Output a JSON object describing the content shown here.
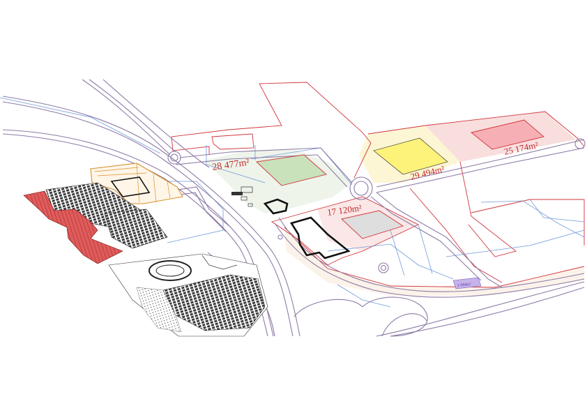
{
  "map": {
    "labels": {
      "plot_a": "28 477m²",
      "plot_b": "17 120m²",
      "plot_c": "29 494m²",
      "plot_d": "25 174m²",
      "plot_e": "1 084m²"
    },
    "colors": {
      "road": "#8d7aa6",
      "service_line": "#6f9ad8",
      "parcel_line": "#d0343a",
      "plot_green": "#c9e2bc",
      "plot_grey": "#dedede",
      "plot_yellow": "#fdf27a",
      "plot_pink": "#f6b0b5",
      "plot_purple": "#c7b3ea",
      "zone_red": "#e05b5b",
      "building": "#111111",
      "label_text": "#c0282b"
    }
  }
}
